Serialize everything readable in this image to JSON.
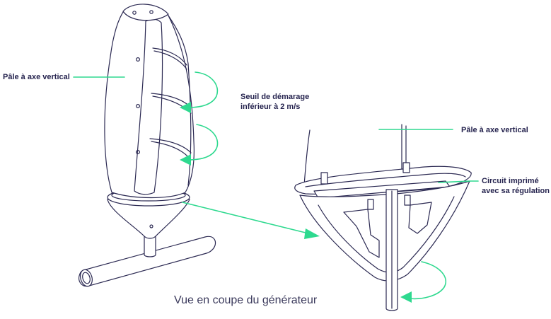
{
  "labels": {
    "blade_left": "Pâle à axe vertical",
    "threshold_line1": "Seuil de démarage",
    "threshold_line2": "inférieur à 2 m/s",
    "blade_right": "Pâle à axe vertical",
    "circuit_line1": "Circuit imprimé",
    "circuit_line2": "avec sa régulation",
    "caption": "Vue en coupe du générateur"
  },
  "colors": {
    "ink": "#2b2952",
    "accent": "#2ed98f",
    "label_text": "#26244f"
  }
}
